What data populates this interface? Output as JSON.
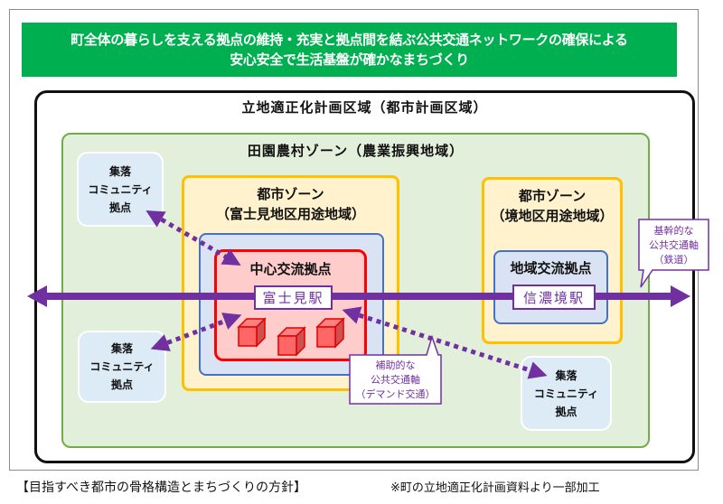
{
  "banner": {
    "line1": "町全体の暮らしを支える拠点の維持・充実と拠点間を結ぶ公共交通ネットワークの確保による",
    "line2": "安心安全で生活基盤が確かなまちづくり",
    "color": "#00B050"
  },
  "plan_area": {
    "title": "立地適正化計画区域（都市計画区域）"
  },
  "rural_zone": {
    "title": "田園農村ゾーン（農業振興地域）",
    "color": "#E2EFDA"
  },
  "villages": [
    {
      "line1": "集落",
      "line2": "コミュニティ",
      "line3": "拠点"
    },
    {
      "line1": "集落",
      "line2": "コミュニティ",
      "line3": "拠点"
    },
    {
      "line1": "集落",
      "line2": "コミュニティ",
      "line3": "拠点"
    }
  ],
  "urban_zones": [
    {
      "title": "都市ゾーン",
      "subtitle": "（富士見地区用途地域）",
      "hub": {
        "title": "中心交流拠点",
        "station": "富士見駅"
      }
    },
    {
      "title": "都市ゾーン",
      "subtitle": "（境地区用途地域）",
      "hub": {
        "title": "地域交流拠点",
        "station": "信濃境駅"
      }
    }
  ],
  "callouts": {
    "demand": {
      "line1": "補助的な",
      "line2": "公共交通軸",
      "line3": "（デマンド交通）"
    },
    "rail": {
      "line1": "基幹的な",
      "line2": "公共交通軸",
      "line3": "（鉄道）"
    }
  },
  "colors": {
    "rail": "#7030A0",
    "urban": "#FFC000",
    "hub_blue": "#4472C4",
    "center_red": "#FF0000"
  },
  "footer": {
    "caption": "【目指すべき都市の骨格構造とまちづくりの方針】",
    "note": "※町の立地適正化計画資料より一部加工"
  }
}
